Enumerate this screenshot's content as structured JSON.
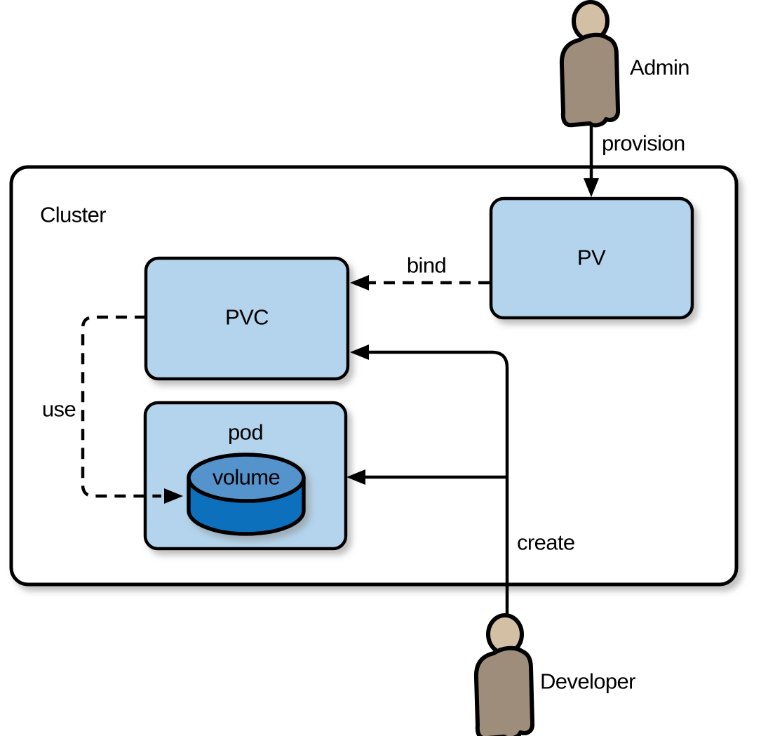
{
  "figure": {
    "cluster": {
      "label": "Cluster"
    },
    "nodes": {
      "pv": {
        "label": "PV"
      },
      "pvc": {
        "label": "PVC"
      },
      "pod": {
        "label": "pod"
      },
      "volume": {
        "label": "volume"
      }
    },
    "actors": {
      "admin": {
        "label": "Admin"
      },
      "developer": {
        "label": "Developer"
      }
    },
    "edges": {
      "provision": {
        "label": "provision",
        "style": "solid-arrow"
      },
      "bind": {
        "label": "bind",
        "style": "dashed-arrow"
      },
      "use": {
        "label": "use",
        "style": "dashed-arrow"
      },
      "create": {
        "label": "create",
        "style": "solid-arrow"
      }
    },
    "colors": {
      "background": "#ffffff",
      "cluster_fill": "#ffffff",
      "outline": "#000000",
      "node_fill": "#b3d4ec",
      "cylinder_top_fill": "#5593cd",
      "cylinder_body_fill": "#1170bd",
      "person_head_fill": "#d3c0a4",
      "person_body_fill": "#9e8d7b"
    }
  }
}
